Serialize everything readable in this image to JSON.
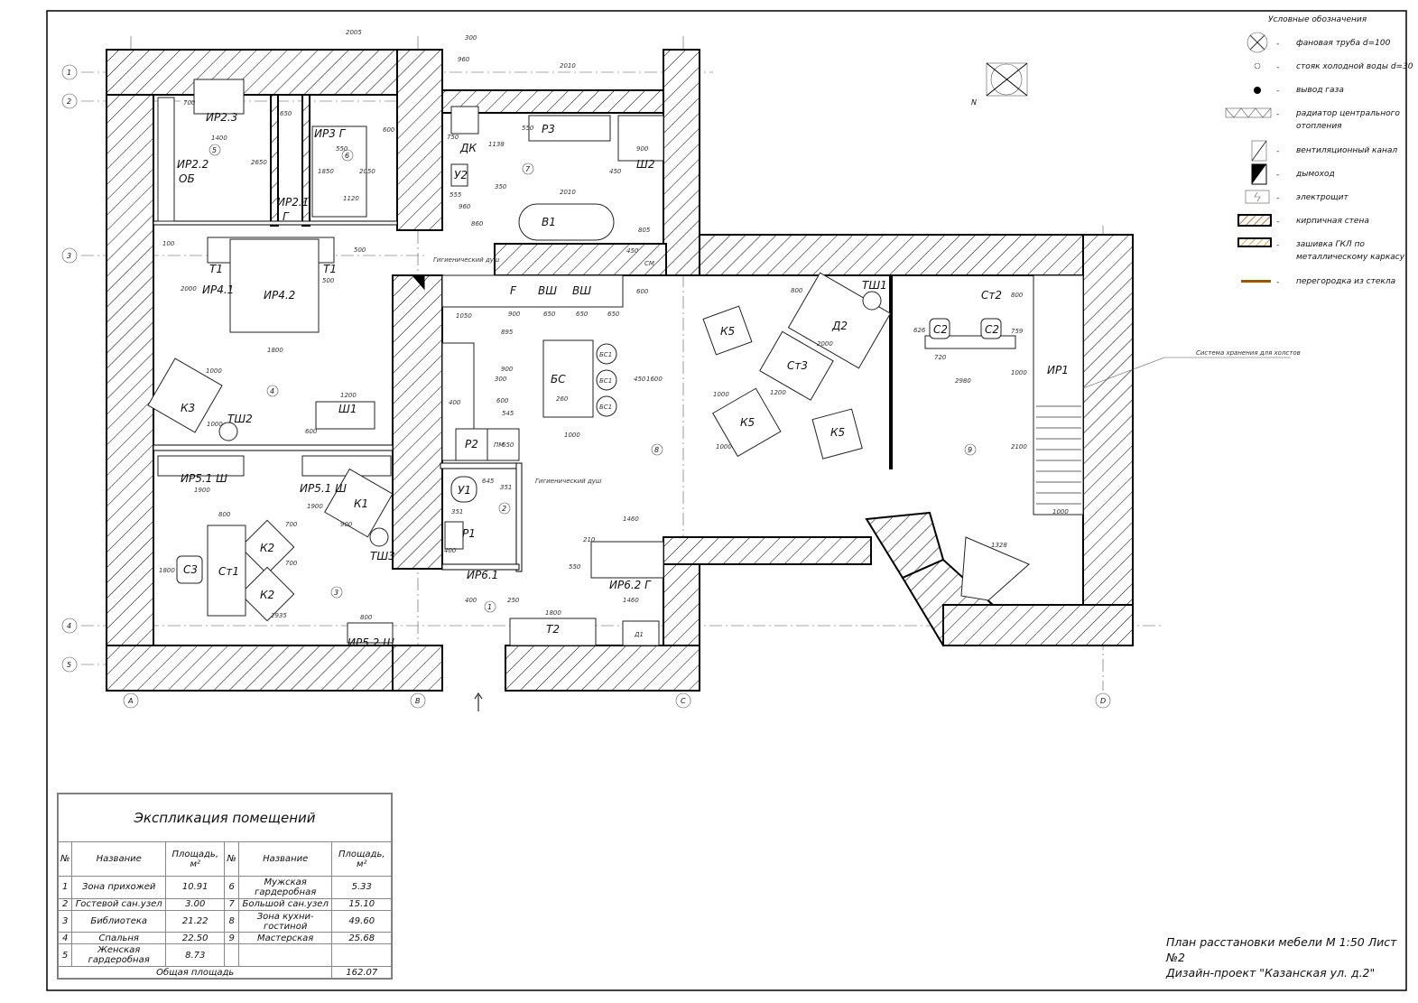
{
  "legend": {
    "title": "Условные обозначения",
    "items": [
      {
        "icon": "drain-pipe-icon",
        "text": "фановая труба d=100"
      },
      {
        "icon": "cold-water-riser-icon",
        "text": "стояк холодной воды d=30"
      },
      {
        "icon": "gas-outlet-icon",
        "text": "вывод газа"
      },
      {
        "icon": "radiator-icon",
        "text": "радиатор центрального",
        "text2": "отопления"
      },
      {
        "icon": "ventilation-duct-icon",
        "text": "вентиляционный канал"
      },
      {
        "icon": "chimney-icon",
        "text": "дымоход"
      },
      {
        "icon": "electrical-panel-icon",
        "text": "электрощит"
      },
      {
        "icon": "brick-wall-icon",
        "text": "кирпичная стена"
      },
      {
        "icon": "drywall-icon",
        "text": "зашивка ГКЛ по",
        "text2": "металлическому каркасу"
      },
      {
        "icon": "glass-partition-icon",
        "text": "перегородка из стекла"
      }
    ],
    "dash": "-",
    "colors": {
      "brick": "#c8743a",
      "drywall": "#e0a838",
      "glass": "#8a5a1e"
    }
  },
  "compass": {
    "north": "N"
  },
  "axes": {
    "rows": [
      "1",
      "2",
      "3",
      "4",
      "5"
    ],
    "cols": [
      "A",
      "B",
      "C",
      "D"
    ]
  },
  "rooms": [
    "1",
    "2",
    "3",
    "4",
    "5",
    "6",
    "7",
    "8",
    "9"
  ],
  "furniture": [
    "ИР2.3",
    "ИР2.2",
    "ОБ",
    "ИР3 Г",
    "ИР2.1",
    "Г",
    "ДК",
    "У2",
    "Р3",
    "Ш2",
    "В1",
    "СМ",
    "Т1",
    "Т1",
    "ИР4.1",
    "ИР4.2",
    "К3",
    "ТШ2",
    "Ш1",
    "ИР5.1 Ш",
    "ИР5.1 Ш",
    "К1",
    "ТШ3",
    "К2",
    "К2",
    "С3",
    "Ст1",
    "ИР5.2 Ш",
    "F",
    "ВШ",
    "ВШ",
    "ПМ",
    "Р2",
    "БС",
    "БС1",
    "БС1",
    "БС1",
    "У1",
    "Р1",
    "ИР6.1",
    "ИР6.2 Г",
    "Т2",
    "Д1",
    "К5",
    "К5",
    "К5",
    "Ст3",
    "Д2",
    "ТШ1",
    "Ст2",
    "С2",
    "С2",
    "ИР1"
  ],
  "notes": {
    "shower1": "Гигиенический душ",
    "shower2": "Гигиенический душ",
    "storage": "Система хранения для холстов"
  },
  "dims": [
    "2005",
    "300",
    "960",
    "2010",
    "650",
    "600",
    "550",
    "1400",
    "700",
    "2650",
    "2050",
    "1850",
    "1120",
    "750",
    "1138",
    "550",
    "900",
    "450",
    "2010",
    "350",
    "555",
    "960",
    "860",
    "805",
    "500",
    "2000",
    "500",
    "1800",
    "1050",
    "900",
    "650",
    "650",
    "650",
    "895",
    "900",
    "300",
    "400",
    "600",
    "545",
    "260",
    "1000",
    "650",
    "1600",
    "450",
    "1000",
    "1200",
    "600",
    "1000",
    "1900",
    "1900",
    "900",
    "800",
    "700",
    "700",
    "800",
    "2935",
    "1460",
    "210",
    "550",
    "1800",
    "1460",
    "250",
    "400",
    "351",
    "351",
    "645",
    "400",
    "800",
    "2000",
    "1200",
    "1000",
    "1000",
    "626",
    "720",
    "759",
    "800",
    "2980",
    "1000",
    "2100",
    "1000",
    "1328",
    "100",
    "600",
    "450",
    "1800"
  ],
  "explication": {
    "title": "Экспликация помещений",
    "headers": {
      "no": "№",
      "name": "Название",
      "area": "Площадь, м²"
    },
    "rows": [
      {
        "no": "1",
        "name": "Зона прихожей",
        "area": "10.91"
      },
      {
        "no": "2",
        "name": "Гостевой сан.узел",
        "area": "3.00"
      },
      {
        "no": "3",
        "name": "Библиотека",
        "area": "21.22"
      },
      {
        "no": "4",
        "name": "Спальня",
        "area": "22.50"
      },
      {
        "no": "5",
        "name": "Женская гардеробная",
        "area": "8.73"
      },
      {
        "no": "6",
        "name": "Мужская гардеробная",
        "area": "5.33"
      },
      {
        "no": "7",
        "name": "Большой сан.узел",
        "area": "15.10"
      },
      {
        "no": "8",
        "name": "Зона кухни-гостиной",
        "area": "49.60"
      },
      {
        "no": "9",
        "name": "Мастерская",
        "area": "25.68"
      }
    ],
    "total_label": "Общая площадь",
    "total": "162.07"
  },
  "title_block": {
    "line1": "План расстановки мебели М 1:50 Лист №2",
    "line2": "Дизайн-проект \"Казанская ул. д.2\""
  }
}
